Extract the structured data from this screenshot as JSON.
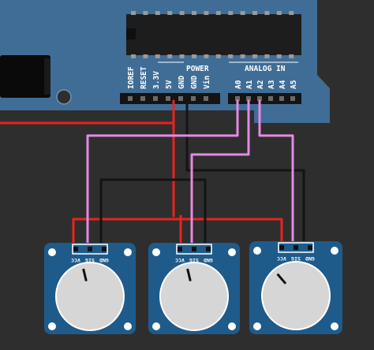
{
  "board": {
    "section_power": "POWER",
    "section_analog": "ANALOG IN",
    "power_pins": [
      "IOREF",
      "RESET",
      "3.3V",
      "5V",
      "GND",
      "GND",
      "Vin"
    ],
    "analog_pins": [
      "A0",
      "A1",
      "A2",
      "A3",
      "A4",
      "A5"
    ]
  },
  "modules": [
    {
      "pin_labels": [
        "VCC",
        "SIG",
        "GND"
      ],
      "knob_value": 0.45
    },
    {
      "pin_labels": [
        "VCC",
        "SIG",
        "GND"
      ],
      "knob_value": 0.45
    },
    {
      "pin_labels": [
        "VCC",
        "SIG",
        "GND"
      ],
      "knob_value": 0.35
    }
  ],
  "colors": {
    "background": "#2e2e2e",
    "board": "#3f6d95",
    "module": "#1f5b8a",
    "wire_power": "#e8231f",
    "wire_ground": "#141414",
    "wire_signal": "#e58ae3",
    "knob": "#d6d6d6"
  }
}
